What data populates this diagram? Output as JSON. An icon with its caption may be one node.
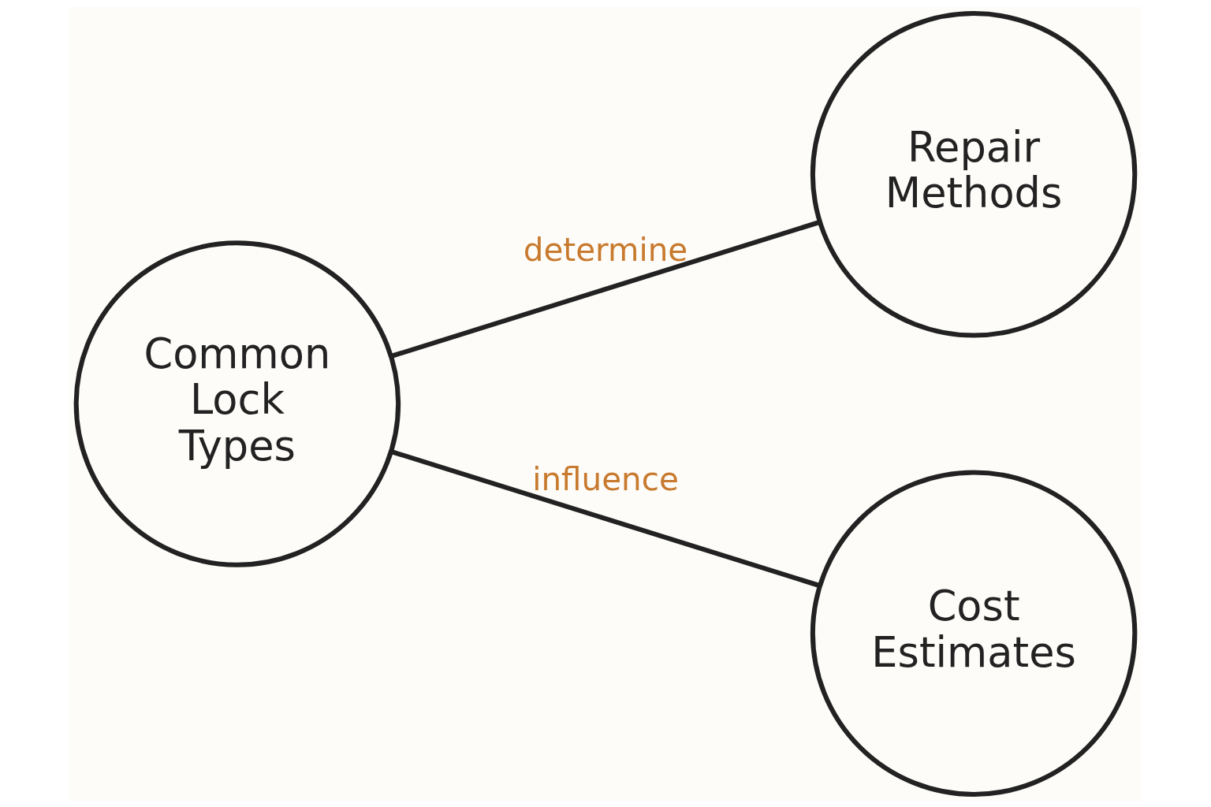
{
  "diagram": {
    "nodes": [
      {
        "text": [
          "Common Lock Types"
        ]
      },
      {
        "text": [
          "Repair Methods"
        ]
      },
      {
        "text": [
          "Cost Estimates"
        ]
      }
    ],
    "edges": [
      {
        "from": 0,
        "to": 1,
        "arrow": "none",
        "label": "determine"
      },
      {
        "from": 0,
        "to": 2,
        "arrow": "none",
        "label": "influence"
      }
    ]
  }
}
